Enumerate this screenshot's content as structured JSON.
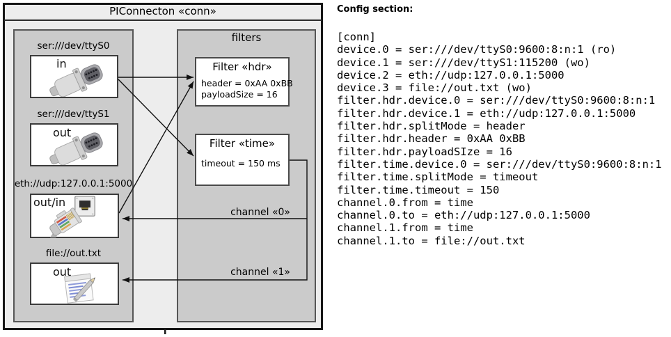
{
  "diagram": {
    "title": "PIConnecton «conn»",
    "filters_panel_title": "filters",
    "devices": [
      {
        "label": "ser:///dev/ttyS0",
        "direction": "in",
        "icon": "serial-db9-connector"
      },
      {
        "label": "ser:///dev/ttyS1",
        "direction": "out",
        "icon": "serial-db9-connector"
      },
      {
        "label": "eth://udp:127.0.0.1:5000",
        "direction": "out/in",
        "icon": "ethernet-connector"
      },
      {
        "label": "file://out.txt",
        "direction": "out",
        "icon": "notepad-document"
      }
    ],
    "filters": [
      {
        "title": "Filter «hdr»",
        "params": [
          "header = 0xAA 0xBB",
          "payloadSize = 16"
        ]
      },
      {
        "title": "Filter «time»",
        "params": [
          "timeout = 150 ms"
        ]
      }
    ],
    "channels": [
      {
        "label": "channel «0»"
      },
      {
        "label": "channel «1»"
      }
    ],
    "colors": {
      "outer_fill": "#ededed",
      "panel_fill": "#cbcbcb",
      "box_fill": "#ffffff",
      "line": "#111111"
    }
  },
  "config": {
    "heading": "Config section:",
    "lines": [
      "[conn]",
      "device.0 = ser:///dev/ttyS0:9600:8:n:1 (ro)",
      "device.1 = ser:///dev/ttyS1:115200 (wo)",
      "device.2 = eth://udp:127.0.0.1:5000",
      "device.3 = file://out.txt (wo)",
      "filter.hdr.device.0 = ser:///dev/ttyS0:9600:8:n:1",
      "filter.hdr.device.1 = eth://udp:127.0.0.1:5000",
      "filter.hdr.splitMode = header",
      "filter.hdr.header = 0xAA 0xBB",
      "filter.hdr.payloadSIze = 16",
      "filter.time.device.0 = ser:///dev/ttyS0:9600:8:n:1",
      "filter.time.splitMode = timeout",
      "filter.time.timeout = 150",
      "channel.0.from = time",
      "channel.0.to = eth://udp:127.0.0.1:5000",
      "channel.1.from = time",
      "channel.1.to = file://out.txt"
    ]
  }
}
